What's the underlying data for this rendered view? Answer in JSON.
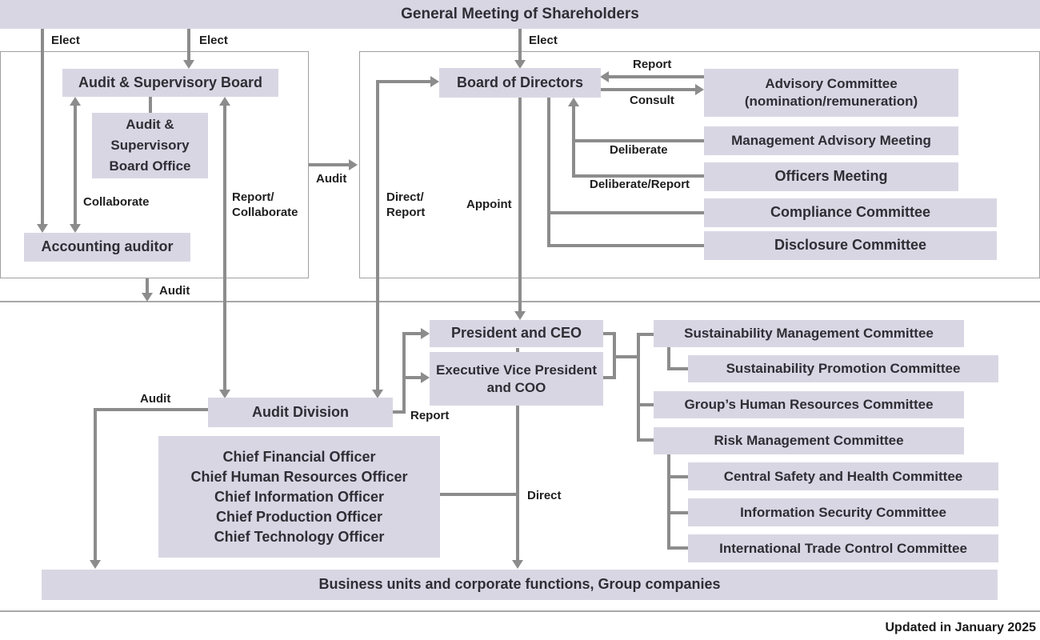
{
  "banner": {
    "title": "General Meeting of Shareholders"
  },
  "nodes": {
    "audit_supervisory_board": "Audit & Supervisory Board",
    "audit_supervisory_board_office": "Audit &\nSupervisory\nBoard Office",
    "accounting_auditor": "Accounting auditor",
    "board_of_directors": "Board of Directors",
    "advisory_committee": "Advisory Committee\n(nomination/remuneration)",
    "management_advisory_meeting": "Management Advisory Meeting",
    "officers_meeting": "Officers Meeting",
    "compliance_committee": "Compliance Committee",
    "disclosure_committee": "Disclosure Committee",
    "president_ceo": "President and CEO",
    "evp_coo": "Executive Vice President\nand COO",
    "audit_division": "Audit Division",
    "chief_officers": [
      "Chief Financial Officer",
      "Chief Human Resources Officer",
      "Chief Information Officer",
      "Chief Production Officer",
      "Chief Technology Officer"
    ],
    "sustainability_management": "Sustainability Management Committee",
    "sustainability_promotion": "Sustainability Promotion Committee",
    "group_hr": "Group’s Human Resources Committee",
    "risk_management": "Risk Management Committee",
    "central_safety_health": "Central Safety and Health Committee",
    "information_security": "Information Security Committee",
    "international_trade_control": "International Trade Control Committee",
    "business_units": "Business units and corporate functions, Group companies"
  },
  "edge_labels": {
    "elect_accounting": "Elect",
    "elect_asb": "Elect",
    "elect_bod": "Elect",
    "collaborate": "Collaborate",
    "report_collaborate": "Report/\nCollaborate",
    "audit_asb_bod": "Audit",
    "direct_report": "Direct/\nReport",
    "appoint": "Appoint",
    "report_advisory": "Report",
    "consult": "Consult",
    "deliberate": "Deliberate",
    "deliberate_report": "Deliberate/Report",
    "audit_down": "Audit",
    "report_audit_division": "Report",
    "direct": "Direct",
    "audit_business": "Audit"
  },
  "footer": {
    "updated": "Updated in January 2025"
  },
  "colors": {
    "box_fill": "#d9d6e4",
    "line": "#8c8c8c",
    "text": "#2e2e34",
    "border": "#a0a0a0"
  }
}
